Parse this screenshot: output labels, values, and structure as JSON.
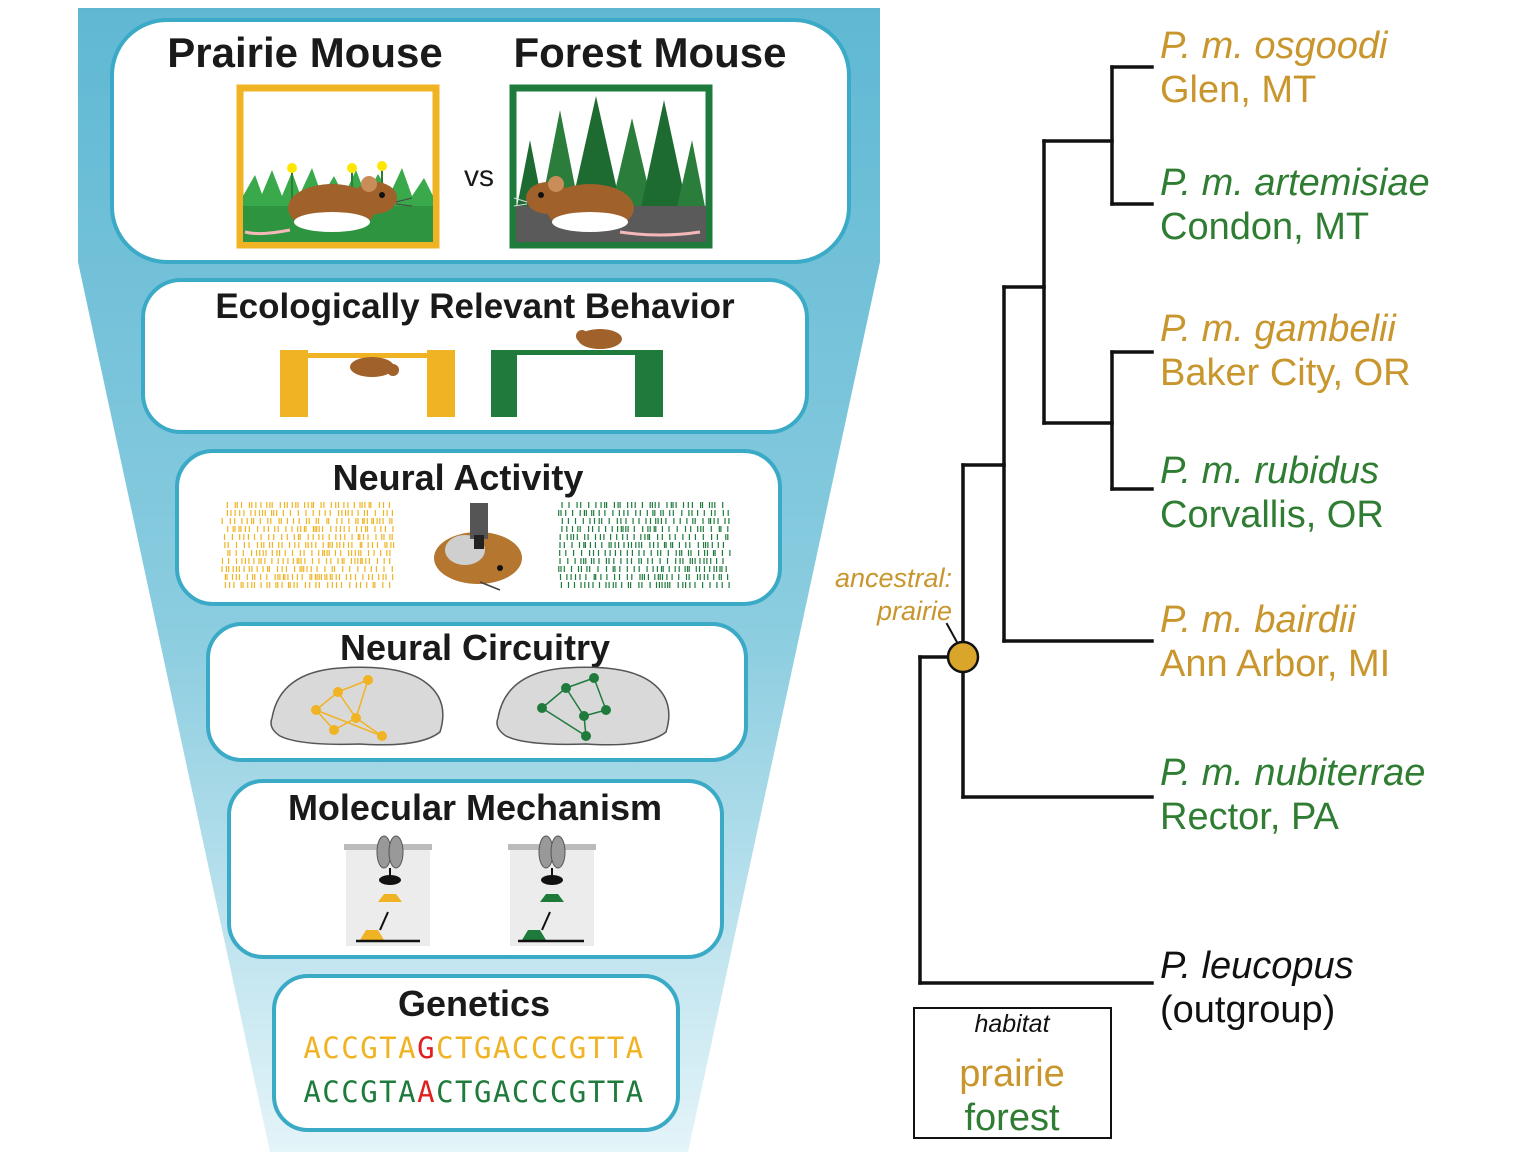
{
  "colors": {
    "prairie": "#f0b323",
    "forest": "#1e7b3c",
    "prairie_text": "#c8962d",
    "forest_text": "#2f7d32",
    "mutation": "#e02020",
    "panel_border": "#3aaac6",
    "funnel_top": "#5fb8d3",
    "funnel_bottom": "#e4f4f9",
    "node_fill": "#d9a52b"
  },
  "pipeline": {
    "comparison": {
      "prairie_label": "Prairie Mouse",
      "forest_label": "Forest Mouse",
      "vs_label": "vs"
    },
    "behavior_title": "Ecologically Relevant Behavior",
    "neural_activity_title": "Neural Activity",
    "neural_circuitry_title": "Neural Circuitry",
    "molecular_title": "Molecular Mechanism",
    "genetics": {
      "title": "Genetics",
      "prairie_seq": {
        "pre": "ACCGTA",
        "snp": "G",
        "post": "CTGACCCGTTA"
      },
      "forest_seq": {
        "pre": "ACCGTA",
        "snp": "A",
        "post": "CTGACCCGTTA"
      }
    }
  },
  "tree": {
    "tips": [
      {
        "name": "P. m. osgoodi",
        "location": "Glen, MT",
        "habitat": "prairie"
      },
      {
        "name": "P. m. artemisiae",
        "location": "Condon, MT",
        "habitat": "forest"
      },
      {
        "name": "P. m. gambelii",
        "location": "Baker City, OR",
        "habitat": "prairie"
      },
      {
        "name": "P. m. rubidus",
        "location": "Corvallis, OR",
        "habitat": "forest"
      },
      {
        "name": "P. m. bairdii",
        "location": "Ann Arbor, MI",
        "habitat": "prairie"
      },
      {
        "name": "P. m. nubiterrae",
        "location": "Rector, PA",
        "habitat": "forest"
      },
      {
        "name": "P. leucopus",
        "location": "(outgroup)",
        "habitat": "outgroup"
      }
    ],
    "ancestral_label_line1": "ancestral:",
    "ancestral_label_line2": "prairie"
  },
  "legend": {
    "title": "habitat",
    "prairie": "prairie",
    "forest": "forest"
  }
}
